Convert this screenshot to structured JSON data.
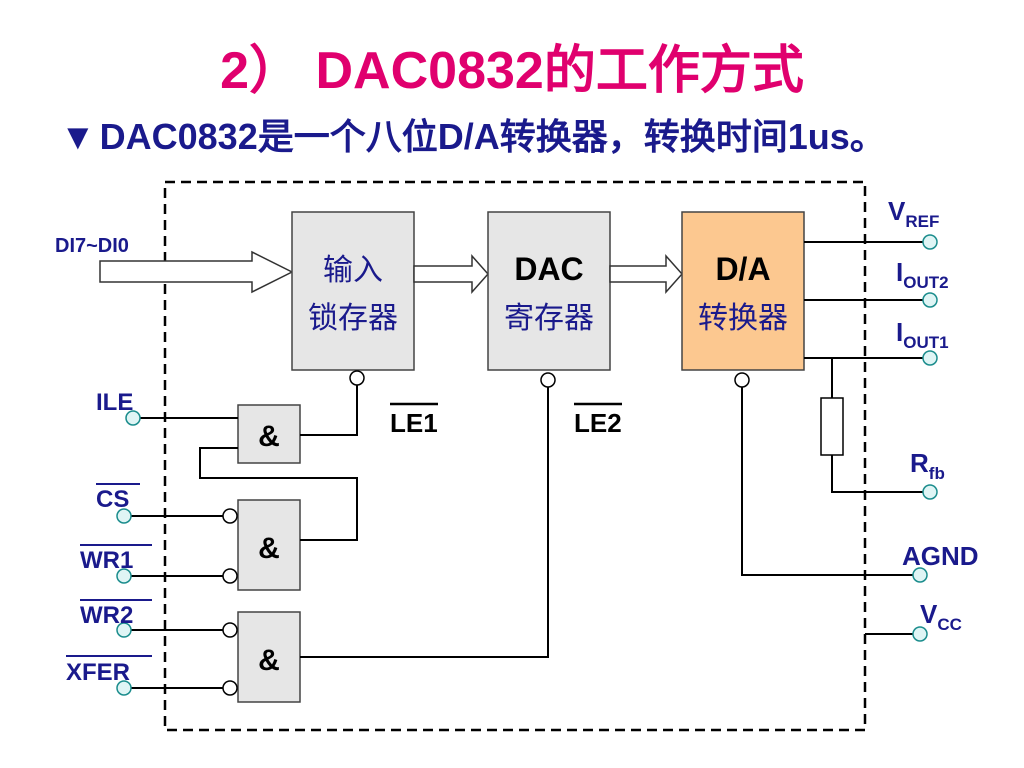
{
  "title": "2） DAC0832的工作方式",
  "subtitle": {
    "marker": "▼",
    "text": "DAC0832是一个八位D/A转换器，转换时间1us。"
  },
  "diagram": {
    "input_bus": "DI7~DI0",
    "blocks": {
      "input_latch": {
        "line1": "输入",
        "line2": "锁存器"
      },
      "dac_register": {
        "line1": "DAC",
        "line2": "寄存器"
      },
      "da_converter": {
        "line1": "D/A",
        "line2": "转换器"
      }
    },
    "latch_enables": {
      "le1": "LE1",
      "le2": "LE2"
    },
    "gates": {
      "and1": "&",
      "and2": "&",
      "and3": "&"
    },
    "left_pins": {
      "ile": "ILE",
      "cs": "CS",
      "wr1": "WR1",
      "wr2": "WR2",
      "xfer": "XFER"
    },
    "right_pins": {
      "vref": {
        "main": "V",
        "sub": "REF"
      },
      "iout2": {
        "main": "I",
        "sub": "OUT2"
      },
      "iout1": {
        "main": "I",
        "sub": "OUT1"
      },
      "rfb": {
        "main": "R",
        "sub": "fb"
      },
      "agnd": {
        "main": "AGND",
        "sub": ""
      },
      "vcc": {
        "main": "V",
        "sub": "CC"
      }
    },
    "colors": {
      "title": "#e0006e",
      "text": "#1a1a8c",
      "block_fill": "#e6e6e6",
      "converter_fill": "#fcc890",
      "pin_fill": "#dff5f5"
    }
  }
}
